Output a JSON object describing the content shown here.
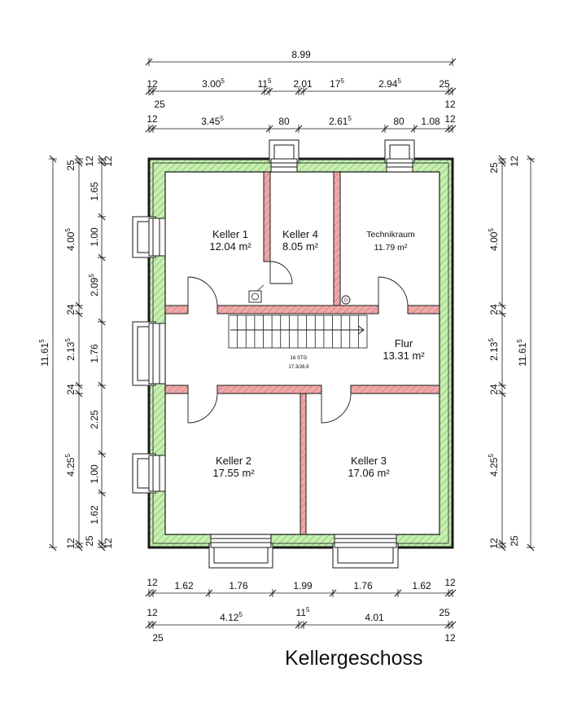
{
  "title": "Kellergeschoss",
  "rooms": {
    "keller1": {
      "name": "Keller 1",
      "area": "12.04 m²"
    },
    "keller4": {
      "name": "Keller 4",
      "area": "8.05 m²"
    },
    "technik": {
      "name": "Technikraum",
      "area": "11.79 m²"
    },
    "flur": {
      "name": "Flur",
      "area": "13.31 m²"
    },
    "keller2": {
      "name": "Keller 2",
      "area": "17.55 m²"
    },
    "keller3": {
      "name": "Keller 3",
      "area": "17.06 m²"
    }
  },
  "stairs": {
    "label": "16 STG",
    "ratio": "17.3/26.9"
  },
  "colors": {
    "outer_wall": "#c6efb0",
    "inner_wall": "#efa8a8",
    "stroke": "#1a1a1a"
  },
  "dims": {
    "top": {
      "total": "8.99",
      "r2": {
        "a": "12",
        "b": "3.00",
        "b_sup": "5",
        "c": "11",
        "c_sup": "5",
        "d": "2.01",
        "e": "17",
        "e_sup": "5",
        "f": "2.94",
        "f_sup": "5",
        "g": "25"
      },
      "r2_under": {
        "left": "25",
        "right": "12"
      },
      "r3": {
        "a": "12",
        "b": "3.45",
        "b_sup": "5",
        "c": "80",
        "d": "2.61",
        "d_sup": "5",
        "e": "80",
        "f": "1.08",
        "g": "12"
      }
    },
    "bottom": {
      "r1": {
        "a": "12",
        "b": "1.62",
        "c": "1.76",
        "d": "1.99",
        "e": "1.76",
        "f": "1.62",
        "g": "12"
      },
      "r2": {
        "a": "12",
        "b": "4.12",
        "b_sup": "5",
        "c": "11",
        "c_sup": "5",
        "d": "4.01",
        "e": "25"
      },
      "r2_under": {
        "left": "25",
        "right": "12"
      }
    },
    "left": {
      "total": "11.61",
      "total_sup": "5",
      "r2": {
        "a": "25",
        "b": "4.00",
        "b_sup": "5",
        "c": "24",
        "d": "2.13",
        "d_sup": "5",
        "e": "24",
        "f": "4.25",
        "f_sup": "5",
        "g": "12"
      },
      "r2_top": "12",
      "r3": {
        "a": "12",
        "b": "1.65",
        "c": "1.00",
        "d": "2.09",
        "d_sup": "5",
        "e": "1.76",
        "f": "2.25",
        "g": "1.00",
        "h": "1.62",
        "i": "12"
      },
      "r3_bottom": "25"
    },
    "right": {
      "total": "11.61",
      "total_sup": "5",
      "r1": {
        "a": "25",
        "b": "4.00",
        "b_sup": "5",
        "c": "24",
        "d": "2.13",
        "d_sup": "5",
        "e": "24",
        "f": "4.25",
        "f_sup": "5",
        "g": "12"
      },
      "r1_top": "12",
      "r1_bottom": "25"
    }
  }
}
